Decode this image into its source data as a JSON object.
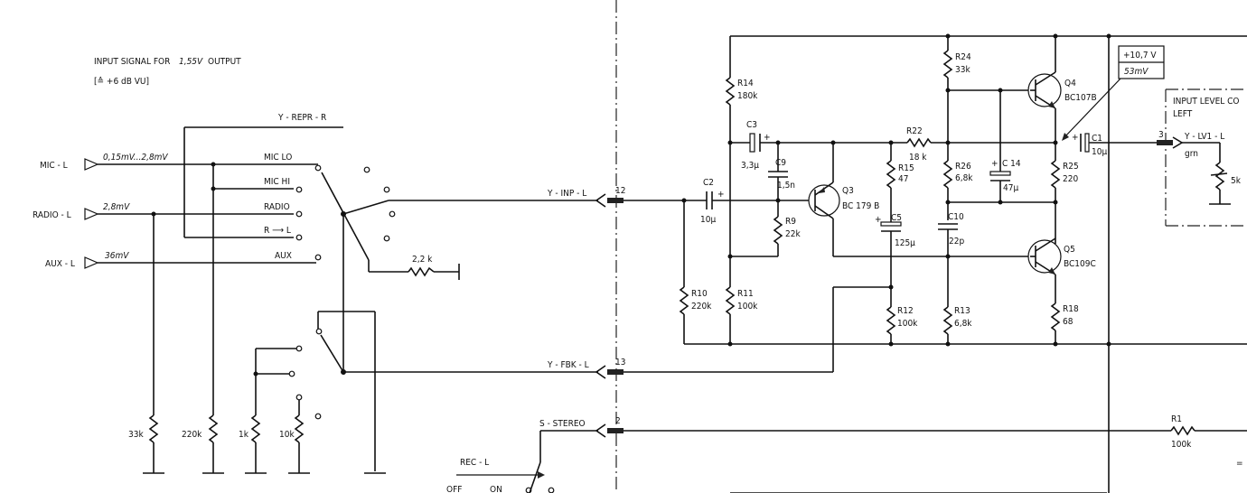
{
  "header": {
    "line1a": "INPUT SIGNAL FOR",
    "line1b": "1,55V",
    "line1c": "OUTPUT",
    "line2": "[≙ +6 dB VU]"
  },
  "inputs": {
    "mic_l": "MIC - L",
    "mic_l_level": "0,15mV...2,8mV",
    "radio_l": "RADIO - L",
    "radio_l_level": "2,8mV",
    "aux_l": "AUX - L",
    "aux_l_level": "36mV"
  },
  "switch": {
    "repr": "Y - REPR - R",
    "mic_lo": "MIC LO",
    "mic_hi": "MIC HI",
    "radio": "RADIO",
    "r_l": "R ⟶ L",
    "aux": "AUX",
    "res_22k": "2,2 k"
  },
  "lines": {
    "inp": "Y - INP - L",
    "inp_pin": "12",
    "fbk": "Y - FBK - L",
    "fbk_pin": "13",
    "stereo": "S - STEREO",
    "stereo_pin": "2",
    "rec": "REC - L",
    "off": "OFF",
    "on": "ON"
  },
  "bottom_resistors": {
    "r33k": "33k",
    "r220k": "220k",
    "r1k": "1k",
    "r10k": "10k"
  },
  "components": {
    "r14": {
      "name": "R14",
      "value": "180k"
    },
    "c3": {
      "name": "C3",
      "value": "3,3μ"
    },
    "c9": {
      "name": "C9",
      "value": "1,5n"
    },
    "r9": {
      "name": "R9",
      "value": "22k"
    },
    "c2": {
      "name": "C2",
      "value": "10μ"
    },
    "q3": {
      "name": "Q3",
      "value": "BC 179 B"
    },
    "r10": {
      "name": "R10",
      "value": "220k"
    },
    "r11": {
      "name": "R11",
      "value": "100k"
    },
    "r15": {
      "name": "R15",
      "value": "47"
    },
    "c5": {
      "name": "C5",
      "value": "125μ"
    },
    "r12": {
      "name": "R12",
      "value": "100k"
    },
    "r22": {
      "name": "R22",
      "value": "18 k"
    },
    "r24": {
      "name": "R24",
      "value": "33k"
    },
    "r26": {
      "name": "R26",
      "value": "6,8k"
    },
    "c14": {
      "name": "C 14",
      "value": "47μ"
    },
    "c10": {
      "name": "C10",
      "value": "22p"
    },
    "r13": {
      "name": "R13",
      "value": "6,8k"
    },
    "q4": {
      "name": "Q4",
      "value": "BC107B"
    },
    "q5": {
      "name": "Q5",
      "value": "BC109C"
    },
    "r25": {
      "name": "R25",
      "value": "220"
    },
    "r18": {
      "name": "R18",
      "value": "68"
    },
    "c1": {
      "name": "C1",
      "value": "10μ"
    },
    "r1": {
      "name": "R1",
      "value": "100k"
    }
  },
  "voltage_box": {
    "v": "+10,7 V",
    "mv": "53mV"
  },
  "right_panel": {
    "title1": "INPUT LEVEL CO",
    "title2": "LEFT",
    "pin": "3",
    "line": "Y - LV1 - L",
    "color": "grn",
    "pot": "5k",
    "eq": "="
  }
}
